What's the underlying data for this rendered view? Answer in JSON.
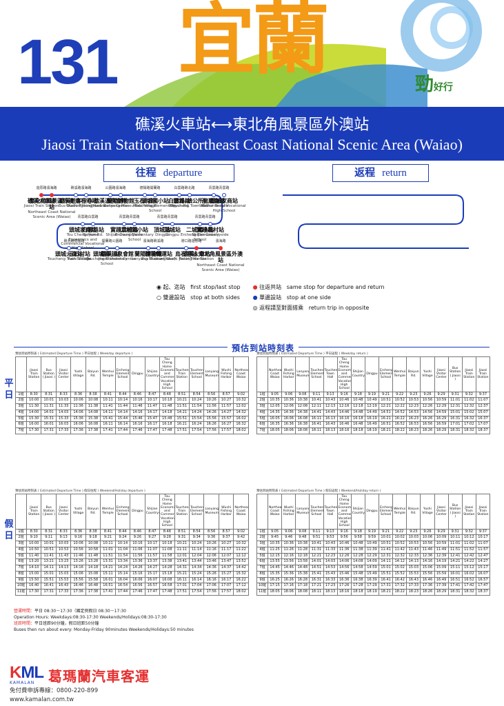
{
  "header": {
    "route_number": "131",
    "city": "宜蘭",
    "tagline_main": "勁",
    "tagline_sub": "好行",
    "title_zh": "礁溪火車站⟷東北角風景區外澳站",
    "title_en": "Jiaosi Train Station⟷Northeast Coast National Scenic Area (Waiao)"
  },
  "directions": {
    "departure_zh": "往程",
    "departure_en": "departure",
    "return_zh": "返程",
    "return_en": "return"
  },
  "departure_stops": [
    {
      "zh": "礁溪火車站",
      "en": "Jiaosi Train Station",
      "t": "遊原路"
    },
    {
      "zh": "礁溪遊客中心",
      "en": "Bus Station(Jiaosi)",
      "t": "礁溪路"
    },
    {
      "zh": "礁溪溫泉會館",
      "en": "Jiaosi Visitor Center",
      "t": "公園路"
    },
    {
      "zh": "玉石村站",
      "en": "Yushi Village",
      "t": "德陽路"
    },
    {
      "zh": "白雲路站",
      "en": "Baiyun Rd.",
      "t": "白雲路"
    },
    {
      "zh": "龍巖廟站",
      "en": "Wenhui Temple",
      "t": "青雲路"
    },
    {
      "zh": "二城國小站",
      "en": "Ercheng Elementary School",
      "t": "青雲路"
    },
    {
      "zh": "頂城站",
      "en": "Dingpu",
      "t": "青雲路"
    },
    {
      "zh": "實踐農村站",
      "en": "Shijian Countryside",
      "t": "青雲路"
    },
    {
      "zh": "頭城家商站",
      "en": "Tou Cheng Home Economics and Commercial Vocational High School",
      "t": "青雲路"
    },
    {
      "zh": "頭城火車站",
      "en": "Toucheng Train Station",
      "t": "礁北路"
    },
    {
      "zh": "頭城國小站",
      "en": "Toucheng Elementary School",
      "t": "開蘭路"
    },
    {
      "zh": "蘭陽博物館",
      "en": "Lanyang Museum",
      "t": "濱海路"
    },
    {
      "zh": "烏石港站",
      "en": "Wushi Fishing Harbor",
      "t": "港口路"
    },
    {
      "zh": "東北角風景區外澳站",
      "en": "Northeast Coast National Scenic Area (Waiao)",
      "t": "濱海路"
    }
  ],
  "return_stops": [
    {
      "zh": "東北角風景區外澳站",
      "en": "Northeast Coast National Scenic Area (Waiao)",
      "t": "濱海路"
    },
    {
      "zh": "烏石港站",
      "en": "Wushi Fishing Harbor",
      "t": "濱海路"
    },
    {
      "zh": "蘭陽博物館",
      "en": "Lanyang Museum",
      "t": "濱海路"
    },
    {
      "zh": "頭城國小站",
      "en": "Toucheng Elementary School",
      "t": "開蘭路"
    },
    {
      "zh": "頭城(鎮公所)",
      "en": "Toucheng Town Hall",
      "t": "礁北路"
    },
    {
      "zh": "頭城家商站",
      "en": "Commercial Vocational High School",
      "t": "青雲路"
    },
    {
      "zh": "實踐農村站",
      "en": "Shijian Countryside",
      "t": "青雲路"
    },
    {
      "zh": "頂城站",
      "en": "Dingpu",
      "t": "青雲路"
    },
    {
      "zh": "二城國小站",
      "en": "Ercheng Elementary School",
      "t": "青雲路"
    },
    {
      "zh": "白雲路站",
      "en": "Baiyun Rd.",
      "t": "白雲路"
    },
    {
      "zh": "玉石村站",
      "en": "Yushi Village",
      "t": "德陽路"
    },
    {
      "zh": "礁溪溫泉會館",
      "en": "Jiaosi Visitor Center",
      "t": "公園路"
    },
    {
      "zh": "礁溪轉運站",
      "en": "Bus Station(Jiaosi)",
      "t": "礁溪路"
    },
    {
      "zh": "礁溪火車站",
      "en": "Jiaosi Train Station",
      "t": "遊原路"
    }
  ],
  "legend": {
    "first_zh": "起、迄站",
    "first_en": "first stop/last stop",
    "same_zh": "往返共站",
    "same_en": "same stop for departure and return",
    "both_zh": "雙邊設站",
    "both_en": "stop at both sides",
    "one_zh": "單邊設站",
    "one_en": "stop at one side",
    "opp_zh": "返程請至對面搭乘",
    "opp_en": "return trip in opposite"
  },
  "timetable_title": "預估到站時刻表",
  "side_labels": {
    "weekday": "平日",
    "holiday": "假日"
  },
  "tables": [
    {
      "caption": "預估到站時刻表 ( Estimated Departure Time ) 平日往程 ( Weekday departure )",
      "cols": [
        "Jiaosi Train Station",
        "Bus Station ( Jiaosi )",
        "Jiaosi Visitor Center",
        "Yushi Village",
        "Baiyun Rd.",
        "Wenhui Temple",
        "Ercheng Elementary School",
        "Dingpu",
        "Shijian Countryside",
        "Tou Cheng Home Economics and Commercial Vocational High School",
        "Toucheng Train Station",
        "Toucheng Elementary School",
        "Lanyang Museum",
        "Wushi Fishing Harbor",
        "Northeast Coast Waiao"
      ],
      "rows": [
        [
          "1班",
          "8:30",
          "8:31",
          "8:33",
          "8:36",
          "8:38",
          "8:41",
          "8:44",
          "8:46",
          "8:47",
          "8:48",
          "8:51",
          "8:54",
          "8:56",
          "8:57",
          "9:02"
        ],
        [
          "2班",
          "10:00",
          "10:01",
          "10:03",
          "10:06",
          "10:08",
          "10:11",
          "10:14",
          "10:16",
          "10:17",
          "10:18",
          "10:21",
          "10:24",
          "10:26",
          "10:27",
          "10:32"
        ],
        [
          "3班",
          "11:30",
          "11:31",
          "11:33",
          "11:36",
          "11:38",
          "11:41",
          "11:44",
          "11:46",
          "11:47",
          "11:48",
          "11:51",
          "11:54",
          "11:56",
          "11:57",
          "12:02"
        ],
        [
          "4班",
          "14:00",
          "14:01",
          "14:03",
          "14:06",
          "14:08",
          "14:11",
          "14:14",
          "14:16",
          "14:17",
          "14:18",
          "14:21",
          "14:24",
          "14:26",
          "14:27",
          "14:32"
        ],
        [
          "5班",
          "15:30",
          "15:31",
          "15:33",
          "15:36",
          "15:38",
          "15:41",
          "15:44",
          "15:46",
          "15:47",
          "15:48",
          "15:51",
          "15:54",
          "15:56",
          "15:57",
          "16:02"
        ],
        [
          "6班",
          "16:00",
          "16:01",
          "16:03",
          "16:06",
          "16:08",
          "16:11",
          "16:14",
          "16:16",
          "16:17",
          "16:18",
          "16:21",
          "16:24",
          "16:26",
          "16:27",
          "16:32"
        ],
        [
          "7班",
          "17:30",
          "17:31",
          "17:33",
          "17:36",
          "17:38",
          "17:41",
          "17:44",
          "17:46",
          "17:47",
          "17:48",
          "17:51",
          "17:54",
          "17:56",
          "17:57",
          "18:02"
        ]
      ]
    },
    {
      "caption": "預估到站時刻表 ( Estimated Departure Time ) 平日返程 ( Weekday return )",
      "cols": [
        "Northeast Coast Waiao",
        "Wushi Fishing Harbor",
        "Lanyang Museum",
        "Toucheng Elementary School",
        "Toucheng Town Hall",
        "Tou Cheng Home Economics and Commercial Vocational High School",
        "Shijian Countryside",
        "Dingpu",
        "Ercheng Elementary School",
        "Wenhui Temple",
        "Baiyun Rd.",
        "Yushi Village",
        "Jiaosi Visitor Center",
        "Bus Station ( Jiaosi )",
        "Jiaosi Train Station"
      ],
      "rows": [
        [
          "1班",
          "9:05",
          "9:06",
          "9:08",
          "9:11",
          "9:13",
          "9:16",
          "9:18",
          "9:19",
          "9:21",
          "9:22",
          "9:23",
          "9:26",
          "9:29",
          "9:31",
          "9:32",
          "9:37"
        ],
        [
          "2班",
          "10:35",
          "10:36",
          "10:38",
          "10:41",
          "10:43",
          "10:46",
          "10:48",
          "10:49",
          "10:51",
          "10:52",
          "10:53",
          "10:56",
          "10:59",
          "11:01",
          "11:02",
          "11:07"
        ],
        [
          "3班",
          "12:05",
          "12:06",
          "12:08",
          "12:11",
          "12:13",
          "12:16",
          "12:18",
          "12:19",
          "12:21",
          "12:22",
          "12:23",
          "12:26",
          "12:29",
          "12:31",
          "12:32",
          "12:37"
        ],
        [
          "4班",
          "14:35",
          "14:36",
          "14:38",
          "14:41",
          "14:43",
          "14:46",
          "14:48",
          "14:49",
          "14:51",
          "14:52",
          "14:53",
          "14:56",
          "14:59",
          "15:01",
          "15:02",
          "15:07"
        ],
        [
          "5班",
          "16:05",
          "16:06",
          "16:08",
          "16:11",
          "16:13",
          "16:16",
          "16:18",
          "16:19",
          "16:21",
          "16:22",
          "16:23",
          "16:26",
          "16:29",
          "16:31",
          "16:32",
          "16:37"
        ],
        [
          "6班",
          "16:35",
          "16:36",
          "16:38",
          "16:41",
          "16:43",
          "16:46",
          "16:48",
          "16:49",
          "16:51",
          "16:52",
          "16:53",
          "16:56",
          "16:59",
          "17:01",
          "17:02",
          "17:07"
        ],
        [
          "7班",
          "18:05",
          "18:06",
          "18:08",
          "18:11",
          "18:13",
          "18:16",
          "18:18",
          "18:19",
          "18:21",
          "18:22",
          "18:23",
          "18:26",
          "18:29",
          "18:31",
          "18:32",
          "18:37"
        ]
      ]
    },
    {
      "caption": "預估到站時刻表 ( Estimated Departure Time ) 假日往程 ( Weekend/Holiday departure )",
      "cols": [
        "Jiaosi Train Station",
        "Bus Station ( Jiaosi )",
        "Jiaosi Visitor Center",
        "Yushi Village",
        "Baiyun Rd.",
        "Wenhui Temple",
        "Ercheng Elementary School",
        "Dingpu",
        "Shijian Countryside",
        "Tou Cheng Home Economics and Commercial Vocational High School",
        "Toucheng Train Station",
        "Toucheng Elementary School",
        "Lanyang Museum",
        "Wushi Fishing Harbor",
        "Northeast Coast Waiao"
      ],
      "rows": [
        [
          "1班",
          "8:30",
          "8:31",
          "8:33",
          "8:36",
          "8:38",
          "8:41",
          "8:44",
          "8:46",
          "8:47",
          "8:48",
          "8:51",
          "8:54",
          "8:56",
          "8:57",
          "9:02"
        ],
        [
          "2班",
          "9:10",
          "9:11",
          "9:13",
          "9:16",
          "9:18",
          "9:21",
          "9:24",
          "9:26",
          "9:27",
          "9:28",
          "9:31",
          "9:34",
          "9:36",
          "9:37",
          "9:42"
        ],
        [
          "3班",
          "10:00",
          "10:01",
          "10:03",
          "10:06",
          "10:08",
          "10:11",
          "10:14",
          "10:16",
          "10:17",
          "10:18",
          "10:21",
          "10:24",
          "10:26",
          "10:27",
          "10:32"
        ],
        [
          "4班",
          "10:50",
          "10:51",
          "10:53",
          "10:56",
          "10:58",
          "11:01",
          "11:04",
          "11:06",
          "11:07",
          "11:08",
          "11:11",
          "11:14",
          "11:16",
          "11:17",
          "11:22"
        ],
        [
          "5班",
          "11:40",
          "11:41",
          "11:43",
          "11:46",
          "11:48",
          "11:51",
          "11:54",
          "11:56",
          "11:57",
          "11:58",
          "12:01",
          "12:04",
          "12:06",
          "12:07",
          "12:12"
        ],
        [
          "6班",
          "13:20",
          "13:21",
          "13:23",
          "13:26",
          "13:28",
          "13:31",
          "13:34",
          "13:36",
          "13:37",
          "13:38",
          "13:41",
          "13:44",
          "13:46",
          "13:47",
          "13:52"
        ],
        [
          "7班",
          "14:10",
          "14:11",
          "14:13",
          "14:16",
          "14:18",
          "14:21",
          "14:24",
          "14:26",
          "14:27",
          "14:28",
          "14:31",
          "14:34",
          "14:36",
          "14:37",
          "14:42"
        ],
        [
          "8班",
          "15:00",
          "15:01",
          "15:03",
          "15:06",
          "15:08",
          "15:11",
          "15:14",
          "15:16",
          "15:17",
          "15:18",
          "15:21",
          "15:24",
          "15:26",
          "15:27",
          "15:32"
        ],
        [
          "9班",
          "15:50",
          "15:51",
          "15:53",
          "15:56",
          "15:58",
          "16:01",
          "16:04",
          "16:06",
          "16:07",
          "16:08",
          "16:11",
          "16:14",
          "16:16",
          "16:17",
          "16:22"
        ],
        [
          "10班",
          "16:40",
          "16:41",
          "16:43",
          "16:46",
          "16:48",
          "16:51",
          "16:54",
          "16:56",
          "16:57",
          "16:58",
          "17:01",
          "17:04",
          "17:06",
          "17:07",
          "17:12"
        ],
        [
          "11班",
          "17:30",
          "17:31",
          "17:33",
          "17:36",
          "17:38",
          "17:41",
          "17:44",
          "17:46",
          "17:47",
          "17:48",
          "17:51",
          "17:54",
          "17:56",
          "17:57",
          "18:02"
        ]
      ]
    },
    {
      "caption": "預估到站時刻表 ( Estimated Departure Time ) 假日返程 ( Weekend/Holiday return )",
      "cols": [
        "Northeast Coast Waiao",
        "Wushi Fishing Harbor",
        "Lanyang Museum",
        "Toucheng Elementary School",
        "Toucheng Town Hall",
        "Tou Cheng Home Economics and Commercial Vocational High School",
        "Shijian Countryside",
        "Dingpu",
        "Ercheng Elementary School",
        "Wenhui Temple",
        "Baiyun Rd.",
        "Yushi Village",
        "Jiaosi Visitor Center",
        "Bus Station ( Jiaosi )",
        "Jiaosi Train Station"
      ],
      "rows": [
        [
          "1班",
          "9:05",
          "9:06",
          "9:08",
          "9:11",
          "9:13",
          "9:16",
          "9:18",
          "9:19",
          "9:21",
          "9:22",
          "9:23",
          "9:26",
          "9:29",
          "9:31",
          "9:32",
          "9:37"
        ],
        [
          "2班",
          "9:45",
          "9:46",
          "9:48",
          "9:51",
          "9:53",
          "9:56",
          "9:58",
          "9:59",
          "10:01",
          "10:02",
          "10:03",
          "10:06",
          "10:09",
          "10:11",
          "10:12",
          "10:17"
        ],
        [
          "3班",
          "10:35",
          "10:36",
          "10:38",
          "10:41",
          "10:43",
          "10:46",
          "10:48",
          "10:49",
          "10:51",
          "10:52",
          "10:53",
          "10:56",
          "10:59",
          "11:01",
          "11:02",
          "11:07"
        ],
        [
          "4班",
          "11:25",
          "11:26",
          "11:28",
          "11:31",
          "11:33",
          "11:36",
          "11:38",
          "11:39",
          "11:41",
          "11:42",
          "11:43",
          "11:46",
          "11:49",
          "11:51",
          "11:52",
          "11:57"
        ],
        [
          "5班",
          "12:15",
          "12:16",
          "12:18",
          "12:21",
          "12:23",
          "12:26",
          "12:28",
          "12:29",
          "12:31",
          "12:32",
          "12:33",
          "12:36",
          "12:39",
          "12:41",
          "12:42",
          "12:47"
        ],
        [
          "6班",
          "13:55",
          "13:56",
          "13:58",
          "14:01",
          "14:03",
          "14:06",
          "14:08",
          "14:09",
          "14:11",
          "14:12",
          "14:13",
          "14:16",
          "14:19",
          "14:21",
          "14:22",
          "14:27"
        ],
        [
          "7班",
          "14:45",
          "14:46",
          "14:48",
          "14:51",
          "14:53",
          "14:56",
          "14:58",
          "14:59",
          "15:01",
          "15:02",
          "15:03",
          "15:06",
          "15:09",
          "15:11",
          "15:12",
          "15:17"
        ],
        [
          "8班",
          "15:35",
          "15:36",
          "15:38",
          "15:41",
          "15:43",
          "15:46",
          "15:48",
          "15:49",
          "15:51",
          "15:52",
          "15:53",
          "15:56",
          "15:59",
          "16:01",
          "16:02",
          "16:07"
        ],
        [
          "9班",
          "16:25",
          "16:26",
          "16:28",
          "16:31",
          "16:33",
          "16:36",
          "16:38",
          "16:39",
          "16:41",
          "16:42",
          "16:43",
          "16:46",
          "16:49",
          "16:51",
          "16:52",
          "16:57"
        ],
        [
          "10班",
          "17:15",
          "17:16",
          "17:18",
          "17:21",
          "17:23",
          "17:26",
          "17:28",
          "17:29",
          "17:31",
          "17:32",
          "17:33",
          "17:36",
          "17:39",
          "17:41",
          "17:42",
          "17:47"
        ],
        [
          "11班",
          "18:05",
          "18:06",
          "18:08",
          "18:11",
          "18:13",
          "18:16",
          "18:18",
          "18:19",
          "18:21",
          "18:22",
          "18:23",
          "18:26",
          "18:29",
          "18:31",
          "18:32",
          "18:37"
        ]
      ]
    }
  ],
  "notes": {
    "service_label": "營運時間：",
    "service_zh": "平日 08:30－17:30（國定例假日 08:30－17:30",
    "service_en": "Operation Hours: Weekdays:08:30-17:30 Weekends/Holidays:08:30-17:30",
    "interval_label": "班距時間：",
    "interval_zh": "平日班距90分鐘，假日班距50分鐘",
    "interval_en": "Buses then run about every: Monday-Friday 90minutes Weekends/Holidays:50 minutes"
  },
  "footer": {
    "logo_k": "K",
    "logo_ml": "ML",
    "logo_sub": "KAMALAN",
    "company": "葛瑪蘭汽車客運",
    "hotline": "免付費申訴專線：0800-220-899",
    "website": "www.kamalan.com.tw"
  },
  "colors": {
    "brand_blue": "#1b3cb8",
    "accent_orange": "#f39a16",
    "accent_red": "#e53030",
    "accent_green": "#2f8a2f"
  }
}
